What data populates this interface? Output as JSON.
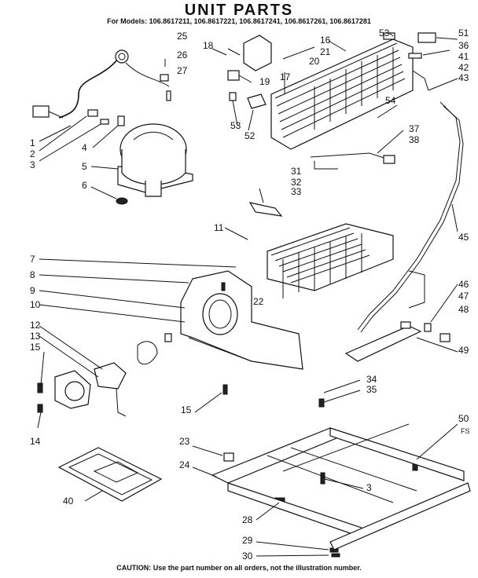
{
  "title": "UNIT PARTS",
  "models": "For Models: 106.8617211, 106.8617221, 106.8617241, 106.8617261, 106.8617281",
  "caution": "CAUTION: Use the part number on all orders, not the illustration number.",
  "corner_mark": "FS",
  "labels": [
    "25",
    "26",
    "27",
    "18",
    "19",
    "53",
    "52",
    "16",
    "21",
    "20",
    "17",
    "53",
    "51",
    "36",
    "41",
    "42",
    "43",
    "54",
    "37",
    "38",
    "1",
    "2",
    "3",
    "4",
    "5",
    "6",
    "31",
    "32",
    "33",
    "11",
    "45",
    "7",
    "8",
    "9",
    "10",
    "22",
    "46",
    "47",
    "48",
    "49",
    "12",
    "13",
    "15",
    "14",
    "34",
    "35",
    "15",
    "50",
    "23",
    "24",
    "3",
    "40",
    "28",
    "29",
    "30"
  ]
}
